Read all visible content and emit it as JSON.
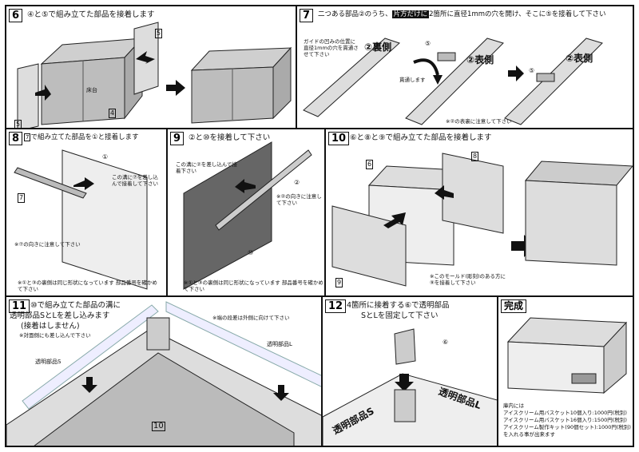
{
  "steps": {
    "s6": {
      "num": "6",
      "title": "④と⑤で組み立てた部品を接着します",
      "tag5": "5",
      "tag4": "4",
      "tag5b": "5",
      "floor": "床台"
    },
    "s7": {
      "num": "7",
      "title_pre": "二つある部品②のうち、",
      "title_hl": "片方だけに",
      "title_post": "2箇所に直径1mmの穴を開け、そこに⑤を接着して下さい",
      "guide": "ガイドの凹みの位置に直径1mmの穴を貫通させて下さい",
      "back": "②裏側",
      "front": "②表側",
      "front2": "②表側",
      "c5a": "⑤",
      "c5b": "⑤",
      "pierce": "貫通します",
      "note": "※②の表裏に注意して下さい"
    },
    "s8": {
      "num": "8",
      "title_box": "7",
      "title_post": "で組み立てた部品を①と接着します",
      "c1": "①",
      "tag7": "7",
      "insert": "この溝に⑦を差し込んで接着して下さい",
      "orient": "※⑦の向きに注意して下さい",
      "same": "※①と③の裏側は同じ形状になっています 部品番号を確かめて下さい"
    },
    "s9": {
      "num": "9",
      "title": "②と⑩を接着して下さい",
      "c2": "②",
      "c10": "⑩",
      "insert": "この溝に②を差し込んで接着下さい",
      "orient": "※②の向きに注意して下さい",
      "same": "※①と③の裏側は同じ形状になっています 部品番号を確かめて下さい"
    },
    "s10": {
      "num": "10",
      "title": "⑥と⑧と⑨で組み立てた部品を接着します",
      "tag6": "6",
      "tag8": "8",
      "tag9": "9",
      "note": "※このモールド(彫刻)のある方に⑨を接着して下さい"
    },
    "s11": {
      "num": "11",
      "title1": "⑩で組み立てた部品の溝に",
      "title2": "透明部品SとLを差し込みます",
      "title3": "(接着はしません)",
      "opposite": "※対面側にも差し込んで下さい",
      "edge": "※端の段差は外側に向けて下さい",
      "partL": "透明部品L",
      "partS": "透明部品S",
      "tag10": "10"
    },
    "s12": {
      "num": "12",
      "title1": "4箇所に接着する⑥で透明部品",
      "title2": "SとLを固定して下さい",
      "c6": "⑥",
      "partS": "透明部品S",
      "partL": "透明部品L"
    },
    "done": {
      "title": "完成",
      "catalog": "庫内には",
      "line1": "アイスクリーム用バスケット10個入り:1000円(税別)",
      "line2": "アイスクリーム用バスケット16個入り:1500円(税別)",
      "line3": "アイスクリーム製作キット(90個セット):1000円(税別)",
      "line4": "を入れる事が出来ます"
    }
  }
}
